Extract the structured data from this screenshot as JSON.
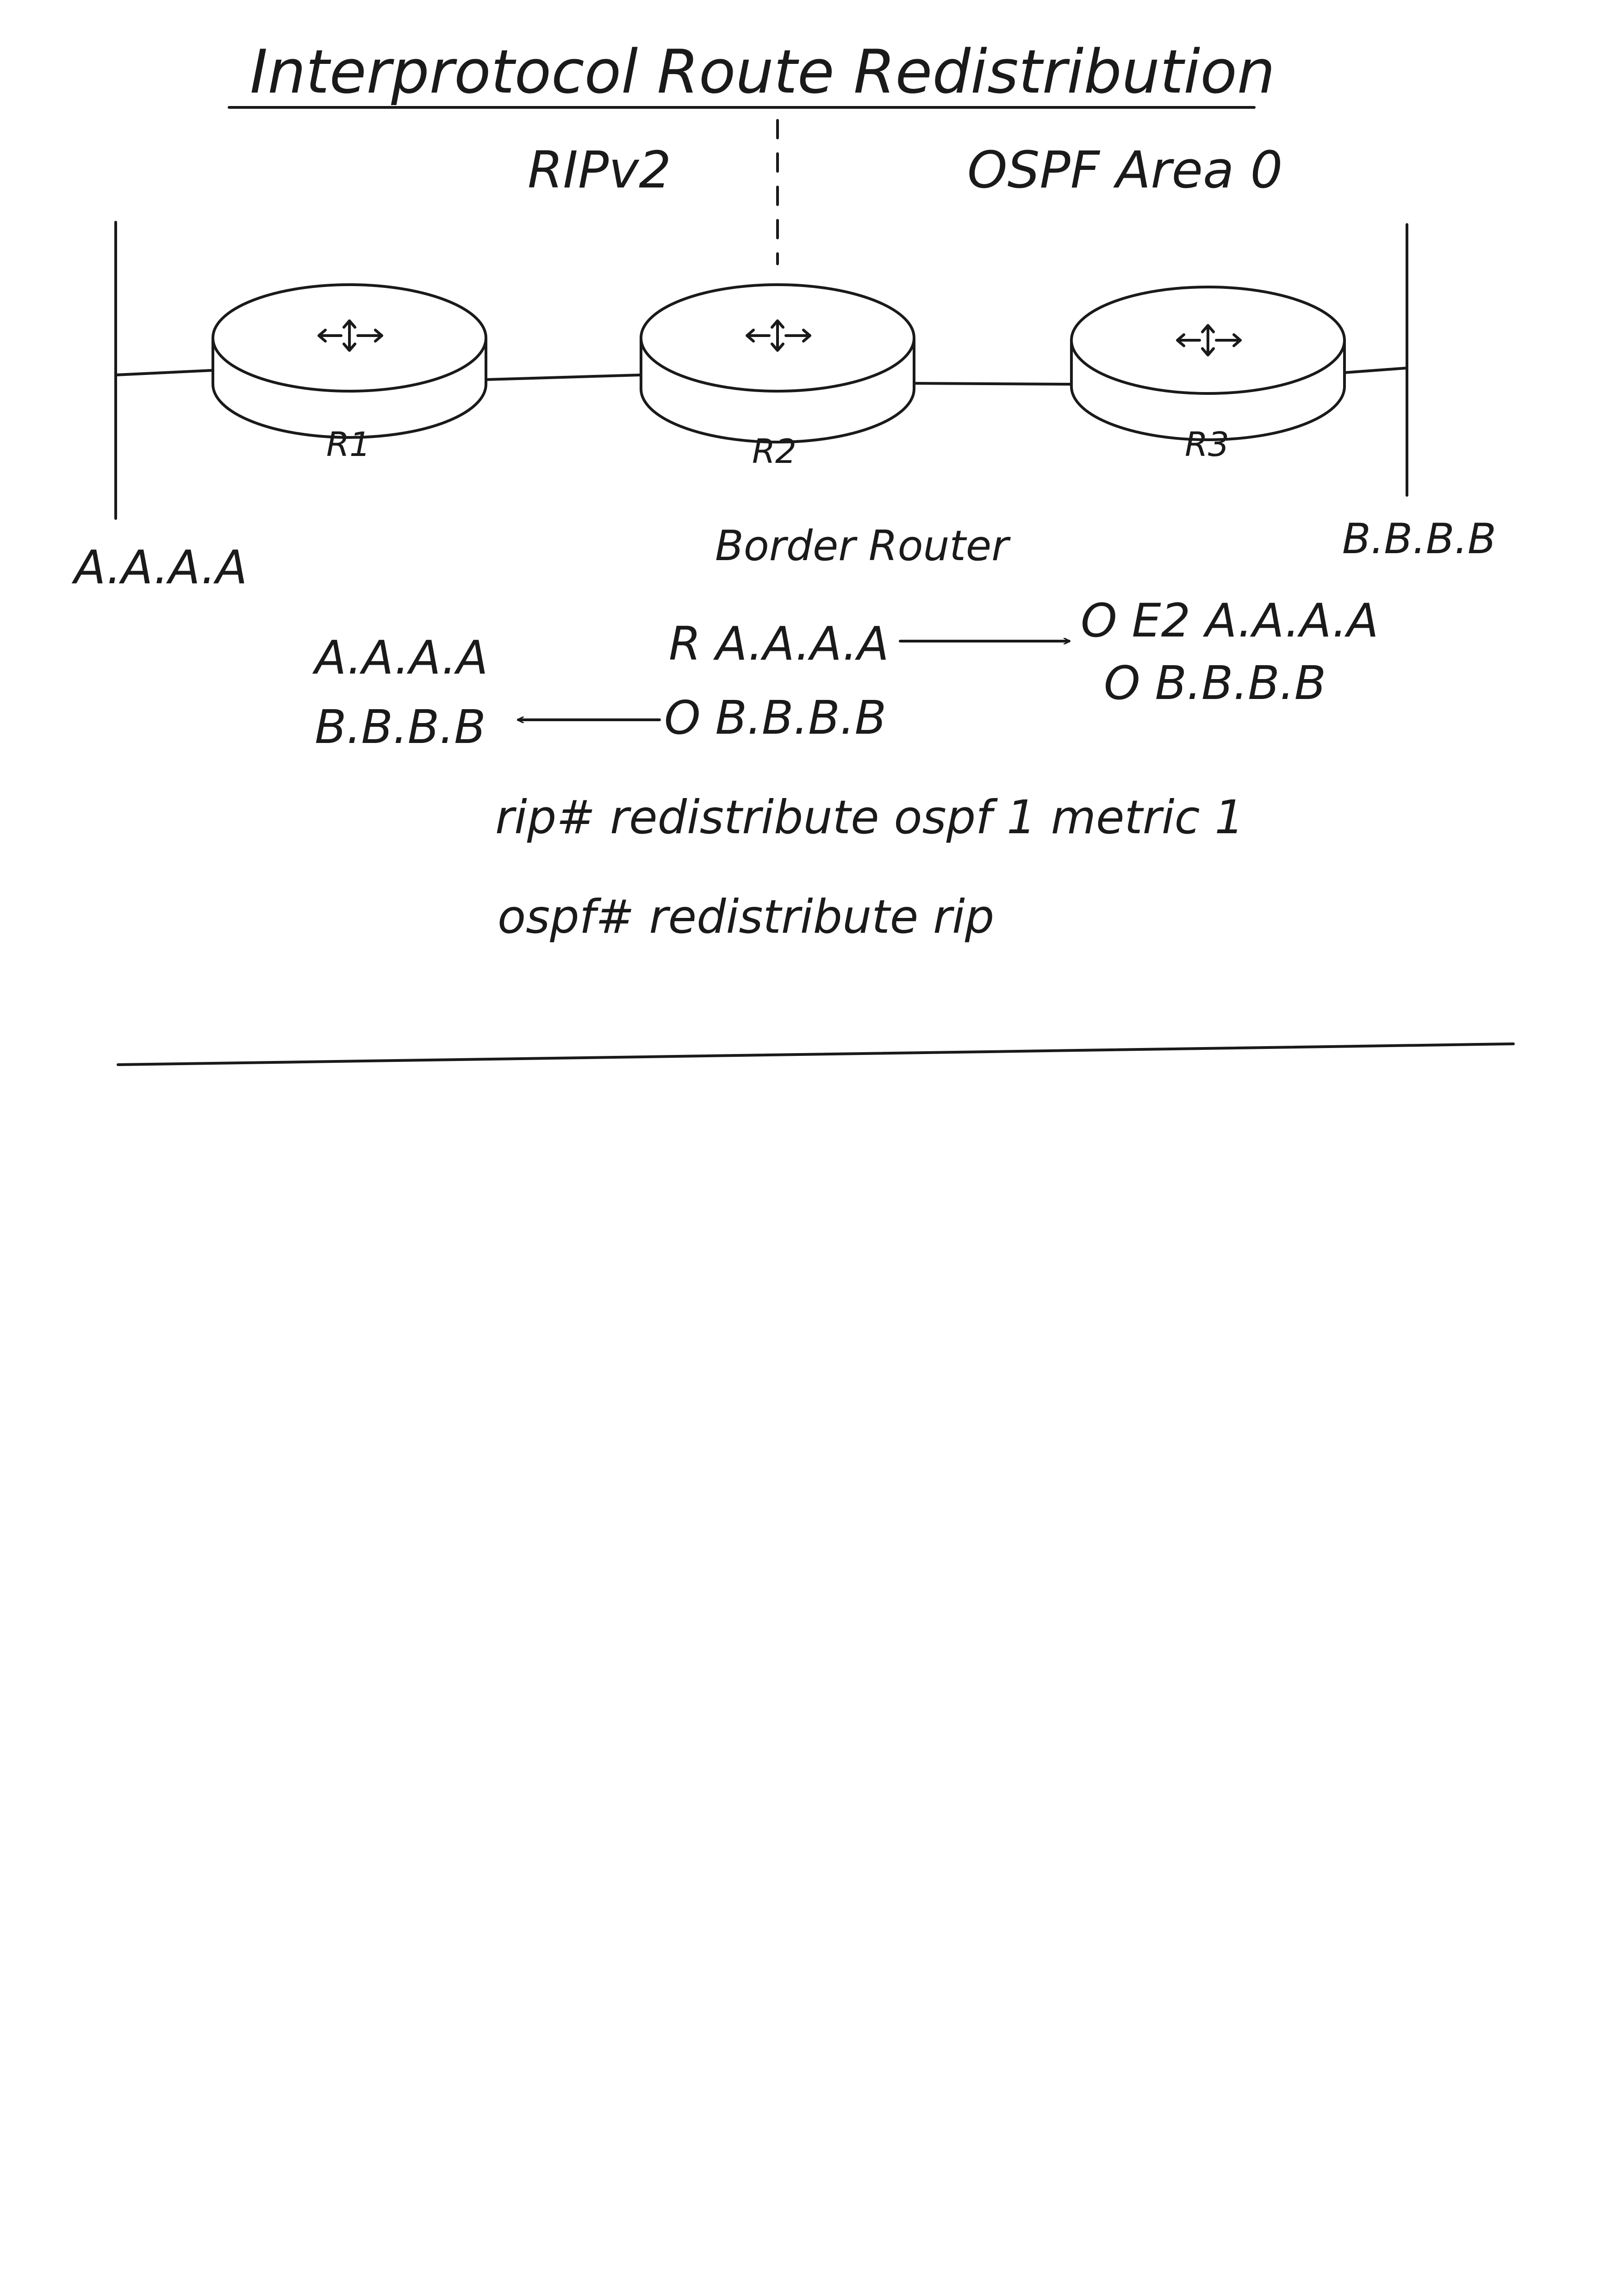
{
  "title": "Interprotocol Route Redistribution",
  "domains": {
    "left": "RIPv2",
    "right": "OSPF Area 0"
  },
  "routers": [
    {
      "id": "r1",
      "label": "R1"
    },
    {
      "id": "r2",
      "label": "R2"
    },
    {
      "id": "r3",
      "label": "R3"
    }
  ],
  "border_router_label": "Border Router",
  "networks": {
    "left": "A.A.A.A",
    "right": "B.B.B.B"
  },
  "tables": {
    "r1": [
      "A.A.A.A",
      "B.B.B.B"
    ],
    "r2": [
      "R  A.A.A.A",
      "O  B.B.B.B"
    ],
    "r3": [
      "O E2  A.A.A.A",
      "O  B.B.B.B"
    ]
  },
  "commands": [
    "rip# redistribute ospf 1 metric 1",
    "ospf# redistribute rip"
  ],
  "ink_color": "#1a1a1a"
}
